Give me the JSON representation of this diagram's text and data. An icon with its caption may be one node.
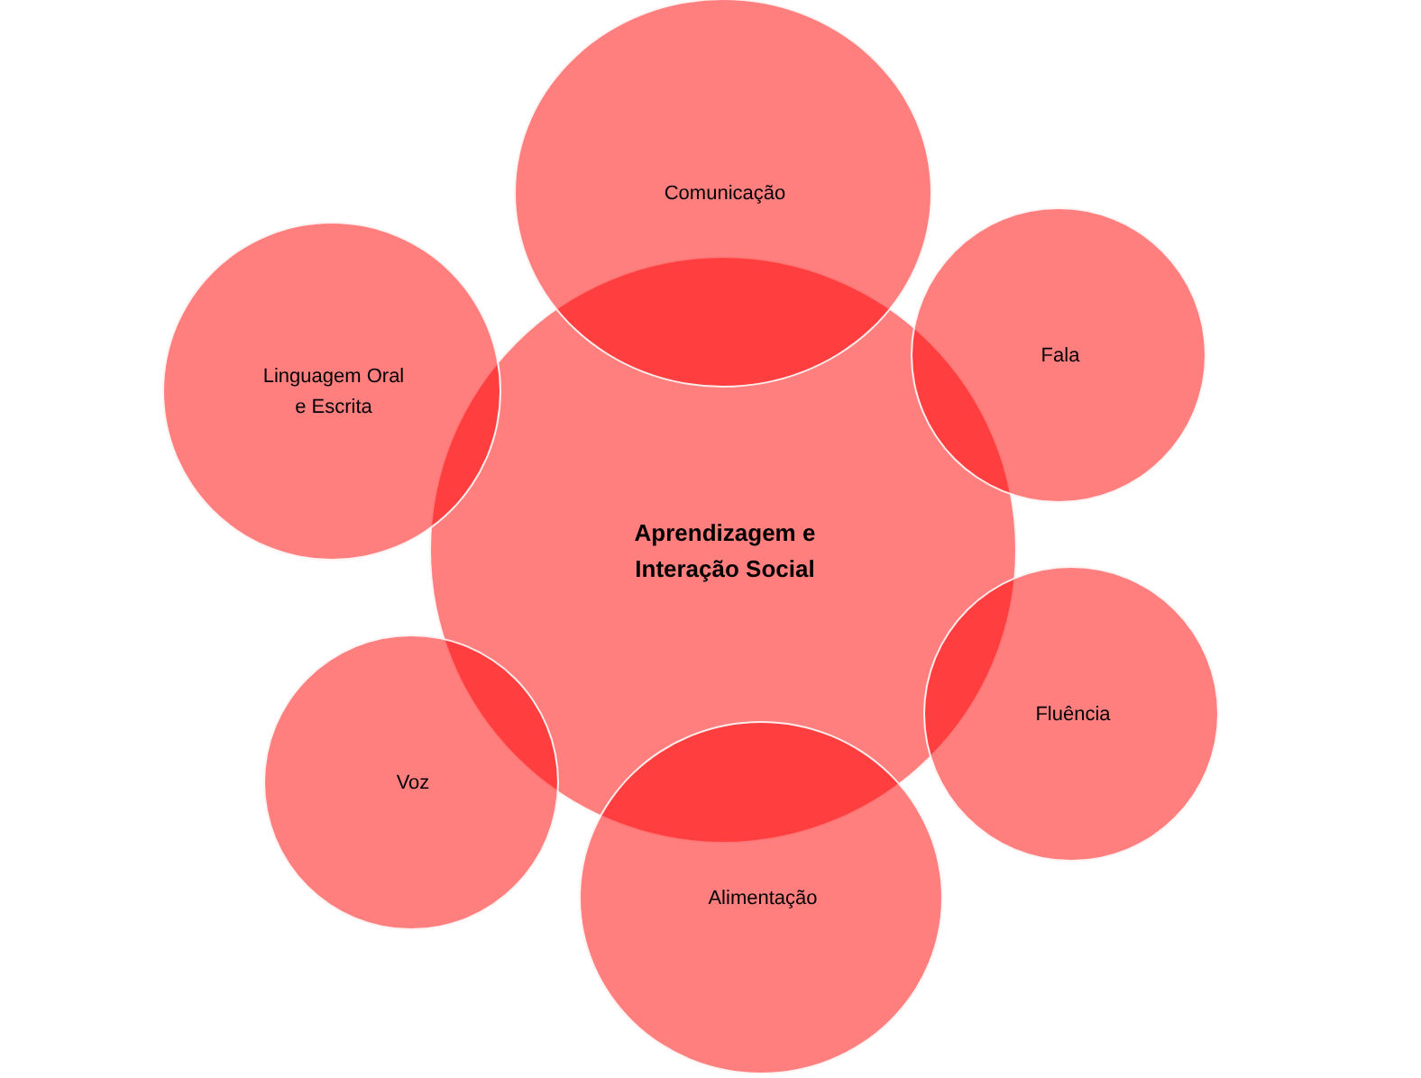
{
  "diagram": {
    "nodes": [
      {
        "text": [
          "Aprendizagem e Interação Social"
        ]
      },
      {
        "text": [
          "Comunicação"
        ]
      },
      {
        "text": [
          "Fala"
        ]
      },
      {
        "text": [
          "Fluência"
        ]
      },
      {
        "text": [
          "Alimentação"
        ]
      },
      {
        "text": [
          "Voz"
        ]
      },
      {
        "text": [
          "Linguagem Oral e Escrita"
        ]
      }
    ],
    "edges": []
  }
}
